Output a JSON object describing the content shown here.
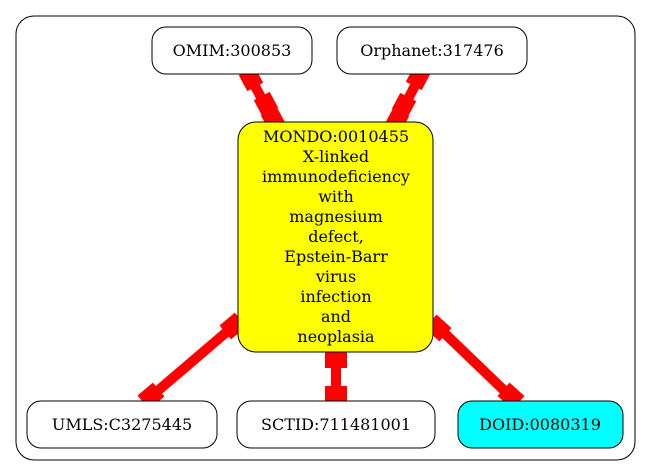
{
  "colors": {
    "background": "#ffffff",
    "stroke": "#000000",
    "edge": "#ff0000",
    "node_default_fill": "#ffffff",
    "node_center_fill": "#ffff00",
    "node_doid_fill": "#00ffff"
  },
  "diagram": {
    "center": {
      "id": "MONDO:0010455",
      "label_lines": [
        "MONDO:0010455",
        "X-linked",
        "immunodeficiency",
        "with",
        "magnesium",
        "defect,",
        "Epstein-Barr",
        "virus",
        "infection",
        "and",
        "neoplasia"
      ]
    },
    "nodes": {
      "omim": {
        "label": "OMIM:300853"
      },
      "orphanet": {
        "label": "Orphanet:317476"
      },
      "umls": {
        "label": "UMLS:C3275445"
      },
      "sctid": {
        "label": "SCTID:711481001"
      },
      "doid": {
        "label": "DOID:0080319"
      }
    },
    "edges": [
      {
        "from": "MONDO:0010455",
        "to": "OMIM:300853"
      },
      {
        "from": "MONDO:0010455",
        "to": "Orphanet:317476"
      },
      {
        "from": "MONDO:0010455",
        "to": "UMLS:C3275445"
      },
      {
        "from": "MONDO:0010455",
        "to": "SCTID:711481001"
      },
      {
        "from": "MONDO:0010455",
        "to": "DOID:0080319"
      }
    ]
  }
}
